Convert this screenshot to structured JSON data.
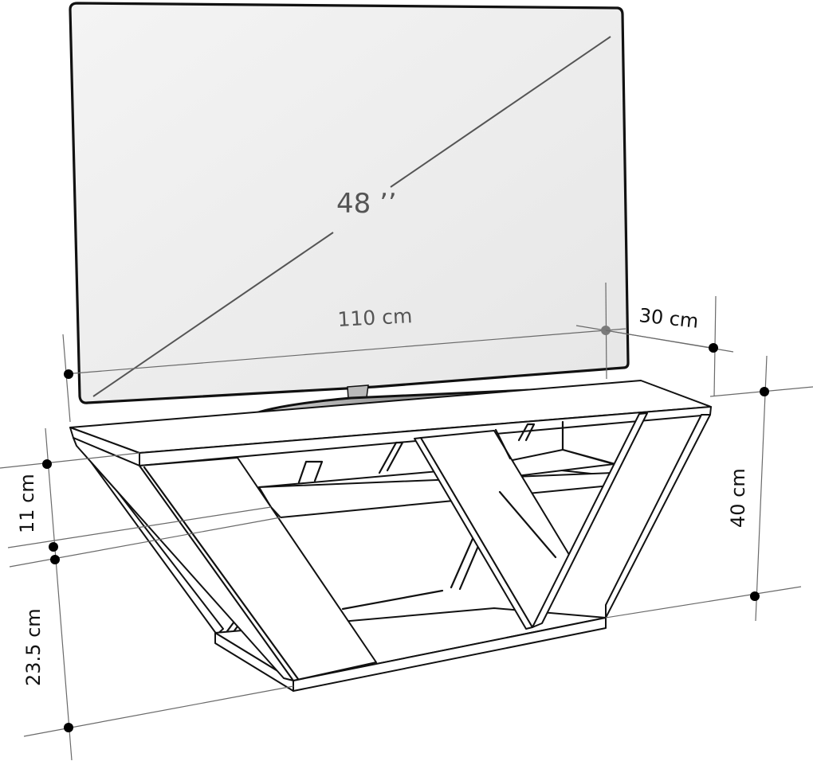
{
  "diagram": {
    "subject": "TV stand with television, dimension drawing",
    "tv": {
      "diagonal_label": "48 ’’",
      "width_label": "110 cm",
      "screen_color": "#efefef",
      "frame_color": "#111111",
      "stand_color": "#9a9a9a"
    },
    "stand": {
      "depth_label": "30 cm",
      "height_label": "40 cm",
      "top_gap_label": "11 cm",
      "lower_gap_label": "23.5 cm"
    },
    "colors": {
      "outline": "#111111",
      "dimension_line": "#6a6a6a",
      "dimension_dot": "#000000",
      "dimension_dot_tv": "#7a7a7a",
      "background": "#ffffff"
    }
  }
}
